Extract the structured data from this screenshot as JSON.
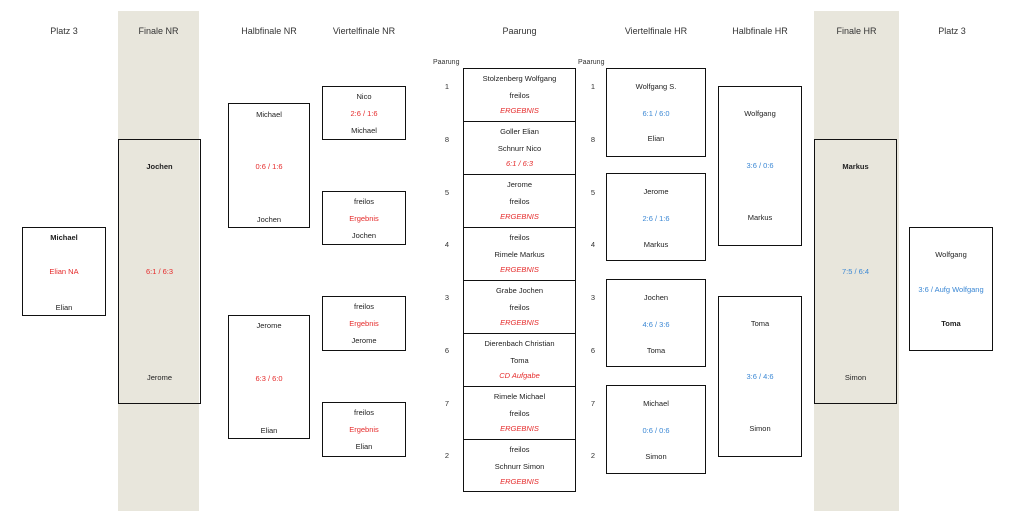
{
  "headers": {
    "platz3_left": "Platz 3",
    "finale_nr": "Finale NR",
    "halbfinale_nr": "Halbfinale NR",
    "viertelfinale_nr": "Viertelfinale NR",
    "paarung": "Paarung",
    "viertelfinale_hr": "Viertelfinale HR",
    "halbfinale_hr": "Halbfinale HR",
    "finale_hr": "Finale HR",
    "platz3_right": "Platz 3"
  },
  "paarung_label": "Paarung",
  "platz3_nr": {
    "top": "Michael",
    "result": "Elian NA",
    "bottom": "Elian"
  },
  "finale_nr": {
    "top": "Jochen",
    "result": "6:1 / 6:3",
    "bottom": "Jerome"
  },
  "halbfinale_nr": [
    {
      "top": "Michael",
      "result": "0:6 / 1:6",
      "bottom": "Jochen"
    },
    {
      "top": "Jerome",
      "result": "6:3 / 6:0",
      "bottom": "Elian"
    }
  ],
  "viertelfinale_nr": [
    {
      "top": "Nico",
      "result": "2:6 / 1:6",
      "bottom": "Michael"
    },
    {
      "top": "freilos",
      "result": "Ergebnis",
      "bottom": "Jochen"
    },
    {
      "top": "freilos",
      "result": "Ergebnis",
      "bottom": "Jerome"
    },
    {
      "top": "freilos",
      "result": "Ergebnis",
      "bottom": "Elian"
    }
  ],
  "paarungen": [
    {
      "left_num": "1",
      "right_num": "1",
      "top": "Stolzenberg Wolfgang",
      "bottom": "freilos",
      "result": "ERGEBNIS"
    },
    {
      "left_num": "8",
      "right_num": "8",
      "top": "Goller Elian",
      "bottom": "Schnurr Nico",
      "result": "6:1 / 6:3"
    },
    {
      "left_num": "5",
      "right_num": "5",
      "top": "Jerome",
      "bottom": "freilos",
      "result": "ERGEBNIS"
    },
    {
      "left_num": "4",
      "right_num": "4",
      "top": "freilos",
      "bottom": "Rimele Markus",
      "result": "ERGEBNIS"
    },
    {
      "left_num": "3",
      "right_num": "3",
      "top": "Grabe Jochen",
      "bottom": "freilos",
      "result": "ERGEBNIS"
    },
    {
      "left_num": "6",
      "right_num": "6",
      "top": "Dierenbach Christian",
      "bottom": "Toma",
      "result": "CD Aufgabe"
    },
    {
      "left_num": "7",
      "right_num": "7",
      "top": "Rimele Michael",
      "bottom": "freilos",
      "result": "ERGEBNIS"
    },
    {
      "left_num": "2",
      "right_num": "2",
      "top": "freilos",
      "bottom": "Schnurr Simon",
      "result": "ERGEBNIS"
    }
  ],
  "viertelfinale_hr": [
    {
      "top": "Wolfgang S.",
      "result": "6:1 / 6:0",
      "bottom": "Elian"
    },
    {
      "top": "Jerome",
      "result": "2:6 / 1:6",
      "bottom": "Markus"
    },
    {
      "top": "Jochen",
      "result": "4:6 / 3:6",
      "bottom": "Toma"
    },
    {
      "top": "Michael",
      "result": "0:6 / 0:6",
      "bottom": "Simon"
    }
  ],
  "halbfinale_hr": [
    {
      "top": "Wolfgang",
      "result": "3:6 / 0:6",
      "bottom": "Markus"
    },
    {
      "top": "Toma",
      "result": "3:6 / 4:6",
      "bottom": "Simon"
    }
  ],
  "finale_hr": {
    "top": "Markus",
    "result": "7:5 / 6:4",
    "bottom": "Simon"
  },
  "platz3_hr": {
    "top": "Wolfgang",
    "result": "3:6 / Aufg Wolfgang",
    "bottom": "Toma"
  }
}
